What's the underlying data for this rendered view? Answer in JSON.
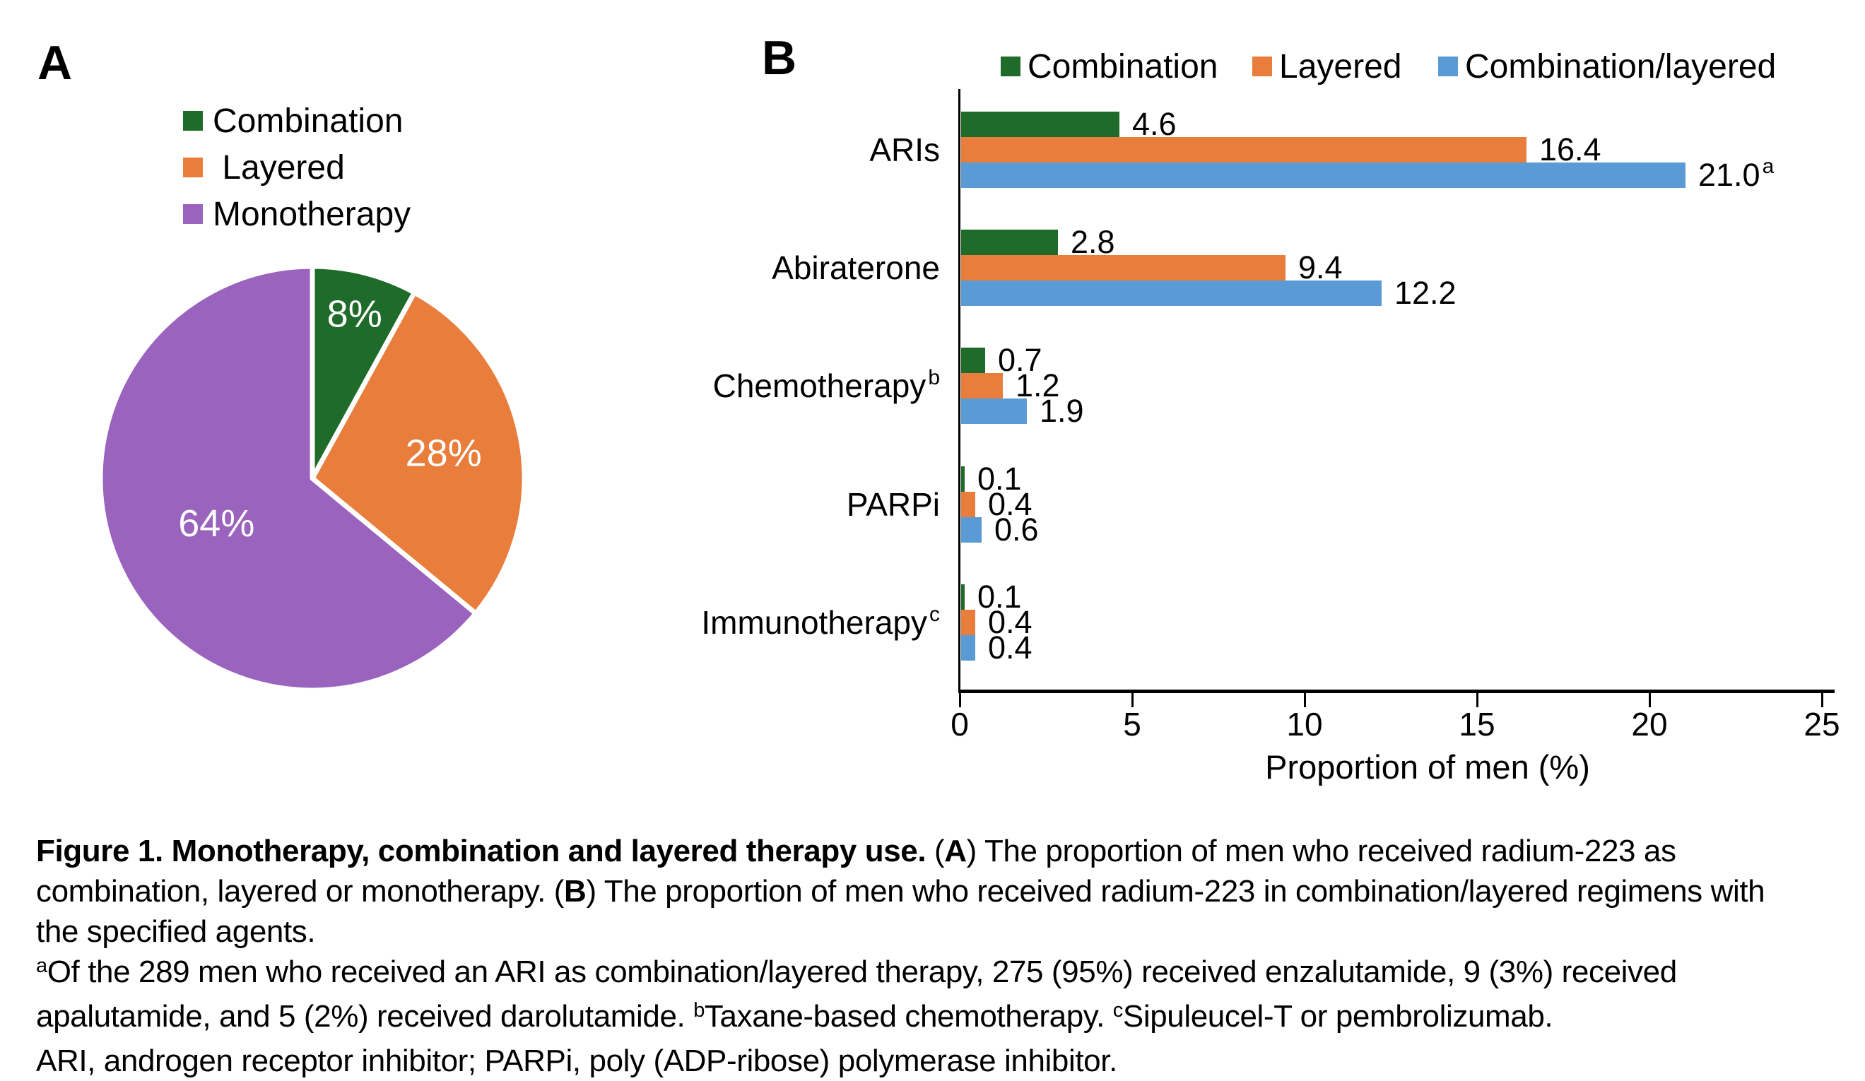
{
  "panel_a": {
    "label": "A",
    "legend": [
      {
        "label": "Combination",
        "color": "#1E6B2A"
      },
      {
        "label": " Layered",
        "color": "#E87D3C"
      },
      {
        "label": "Monotherapy",
        "color": "#9A63BE"
      }
    ]
  },
  "panel_b": {
    "label": "B",
    "legend": [
      {
        "label": "Combination",
        "color": "#1E6B2A"
      },
      {
        "label": "Layered",
        "color": "#E87D3C"
      },
      {
        "label": "Combination/layered",
        "color": "#5B9BD5"
      }
    ]
  },
  "chart_data": [
    {
      "type": "pie",
      "title": "",
      "direction": "clockwise",
      "start_angle_deg": 0,
      "label_color": "#ffffff",
      "slices": [
        {
          "label": "Combination",
          "value": 8,
          "display": "8%",
          "color": "#1E6B2A"
        },
        {
          "label": "Layered",
          "value": 28,
          "display": "28%",
          "color": "#E87D3C"
        },
        {
          "label": "Monotherapy",
          "value": 64,
          "display": "64%",
          "color": "#9A63BE"
        }
      ]
    },
    {
      "type": "bar",
      "orientation": "horizontal",
      "categories": [
        "ARIs",
        "Abiraterone",
        "Chemotherapy",
        "PARPi",
        "Immunotherapy"
      ],
      "category_superscripts": [
        "",
        "",
        "b",
        "",
        "c"
      ],
      "series": [
        {
          "name": "Combination",
          "color": "#1E6B2A",
          "values": [
            4.6,
            2.8,
            0.7,
            0.1,
            0.1
          ]
        },
        {
          "name": "Layered",
          "color": "#E87D3C",
          "values": [
            16.4,
            9.4,
            1.2,
            0.4,
            0.4
          ]
        },
        {
          "name": "Combination/layered",
          "color": "#5B9BD5",
          "values": [
            21.0,
            12.2,
            1.9,
            0.6,
            0.4
          ]
        }
      ],
      "value_labels": [
        [
          "4.6",
          "2.8",
          "0.7",
          "0.1",
          "0.1"
        ],
        [
          "16.4",
          "9.4",
          "1.2",
          "0.4",
          "0.4"
        ],
        [
          "21.0",
          "12.2",
          "1.9",
          "0.6",
          "0.4"
        ]
      ],
      "value_label_superscripts": [
        [
          "",
          "",
          "",
          "",
          ""
        ],
        [
          "",
          "",
          "",
          "",
          ""
        ],
        [
          "a",
          "",
          "",
          "",
          ""
        ]
      ],
      "xlabel": "Proportion of men (%)",
      "xlim": [
        0,
        25
      ],
      "x_ticks": [
        0,
        5,
        10,
        15,
        20,
        25
      ],
      "x_tick_labels": [
        "0",
        "5",
        "10",
        "15",
        "20",
        "25"
      ],
      "grid": false,
      "legend_position": "top"
    }
  ],
  "caption": {
    "lines": [
      [
        {
          "t": "Figure 1. Monotherapy, combination and layered therapy use. ",
          "b": true
        },
        {
          "t": "("
        },
        {
          "t": "A",
          "b": true
        },
        {
          "t": ") The proportion of men who received radium-223 as"
        }
      ],
      [
        {
          "t": "combination, layered or monotherapy. ("
        },
        {
          "t": "B",
          "b": true
        },
        {
          "t": ") The proportion of men who received radium-223 in combination/layered regimens with"
        }
      ],
      [
        {
          "t": "the specified agents."
        }
      ],
      [
        {
          "t": "a",
          "sup": true
        },
        {
          "t": "Of the 289 men who received an ARI as combination/layered therapy, 275 (95%) received enzalutamide, 9 (3%) received"
        }
      ],
      [
        {
          "t": "apalutamide, and 5 (2%) received darolutamide. "
        },
        {
          "t": "b",
          "sup": true
        },
        {
          "t": "Taxane-based chemotherapy. "
        },
        {
          "t": "c",
          "sup": true
        },
        {
          "t": "Sipuleucel-T or pembrolizumab."
        }
      ],
      [
        {
          "t": "ARI, androgen receptor inhibitor; PARPi, poly (ADP-ribose) polymerase inhibitor."
        }
      ]
    ]
  }
}
